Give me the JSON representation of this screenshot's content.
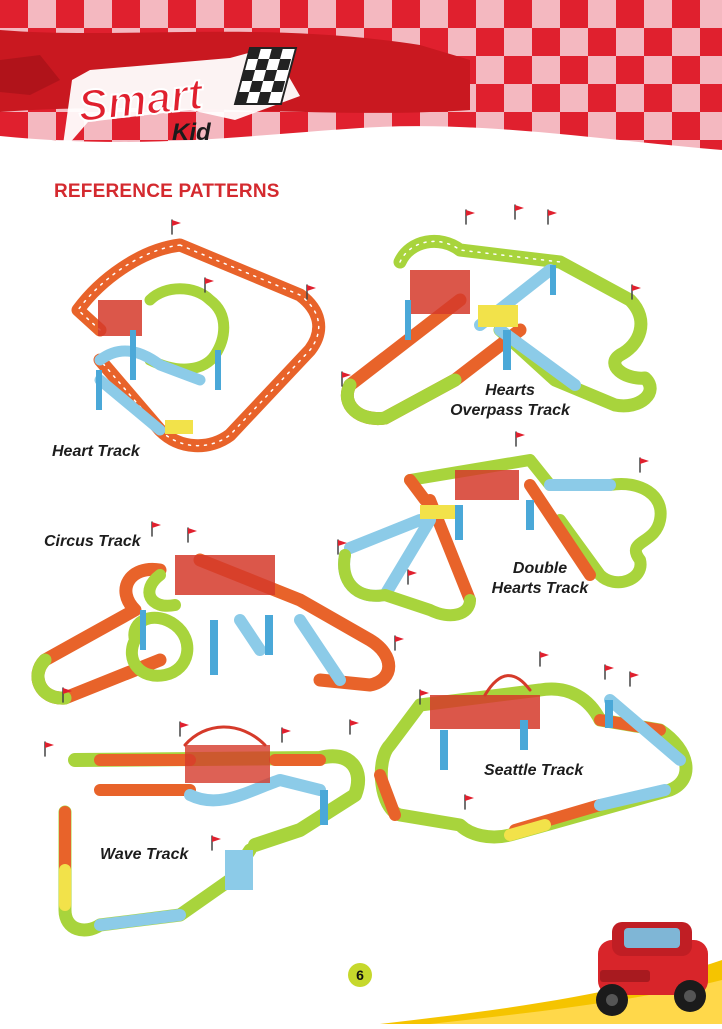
{
  "brand": {
    "word1": "Smart",
    "word2": "Kid"
  },
  "page_title": "REFERENCE PATTERNS",
  "patterns": [
    {
      "lines": [
        "Heart Track"
      ]
    },
    {
      "lines": [
        "Hearts",
        "Overpass Track"
      ]
    },
    {
      "lines": [
        "Circus Track"
      ]
    },
    {
      "lines": [
        "Double",
        "Hearts Track"
      ]
    },
    {
      "lines": [
        "Wave Track"
      ]
    },
    {
      "lines": [
        "Seattle Track"
      ]
    }
  ],
  "page_number": "6",
  "colors": {
    "accent_red": "#d42a2f",
    "track_green": "#a8d43c",
    "track_orange": "#e8632a",
    "track_blue": "#8ccbe8",
    "track_yellow": "#f2e24a",
    "pier_blue": "#4aa8d8",
    "badge": "#c6d82c"
  }
}
